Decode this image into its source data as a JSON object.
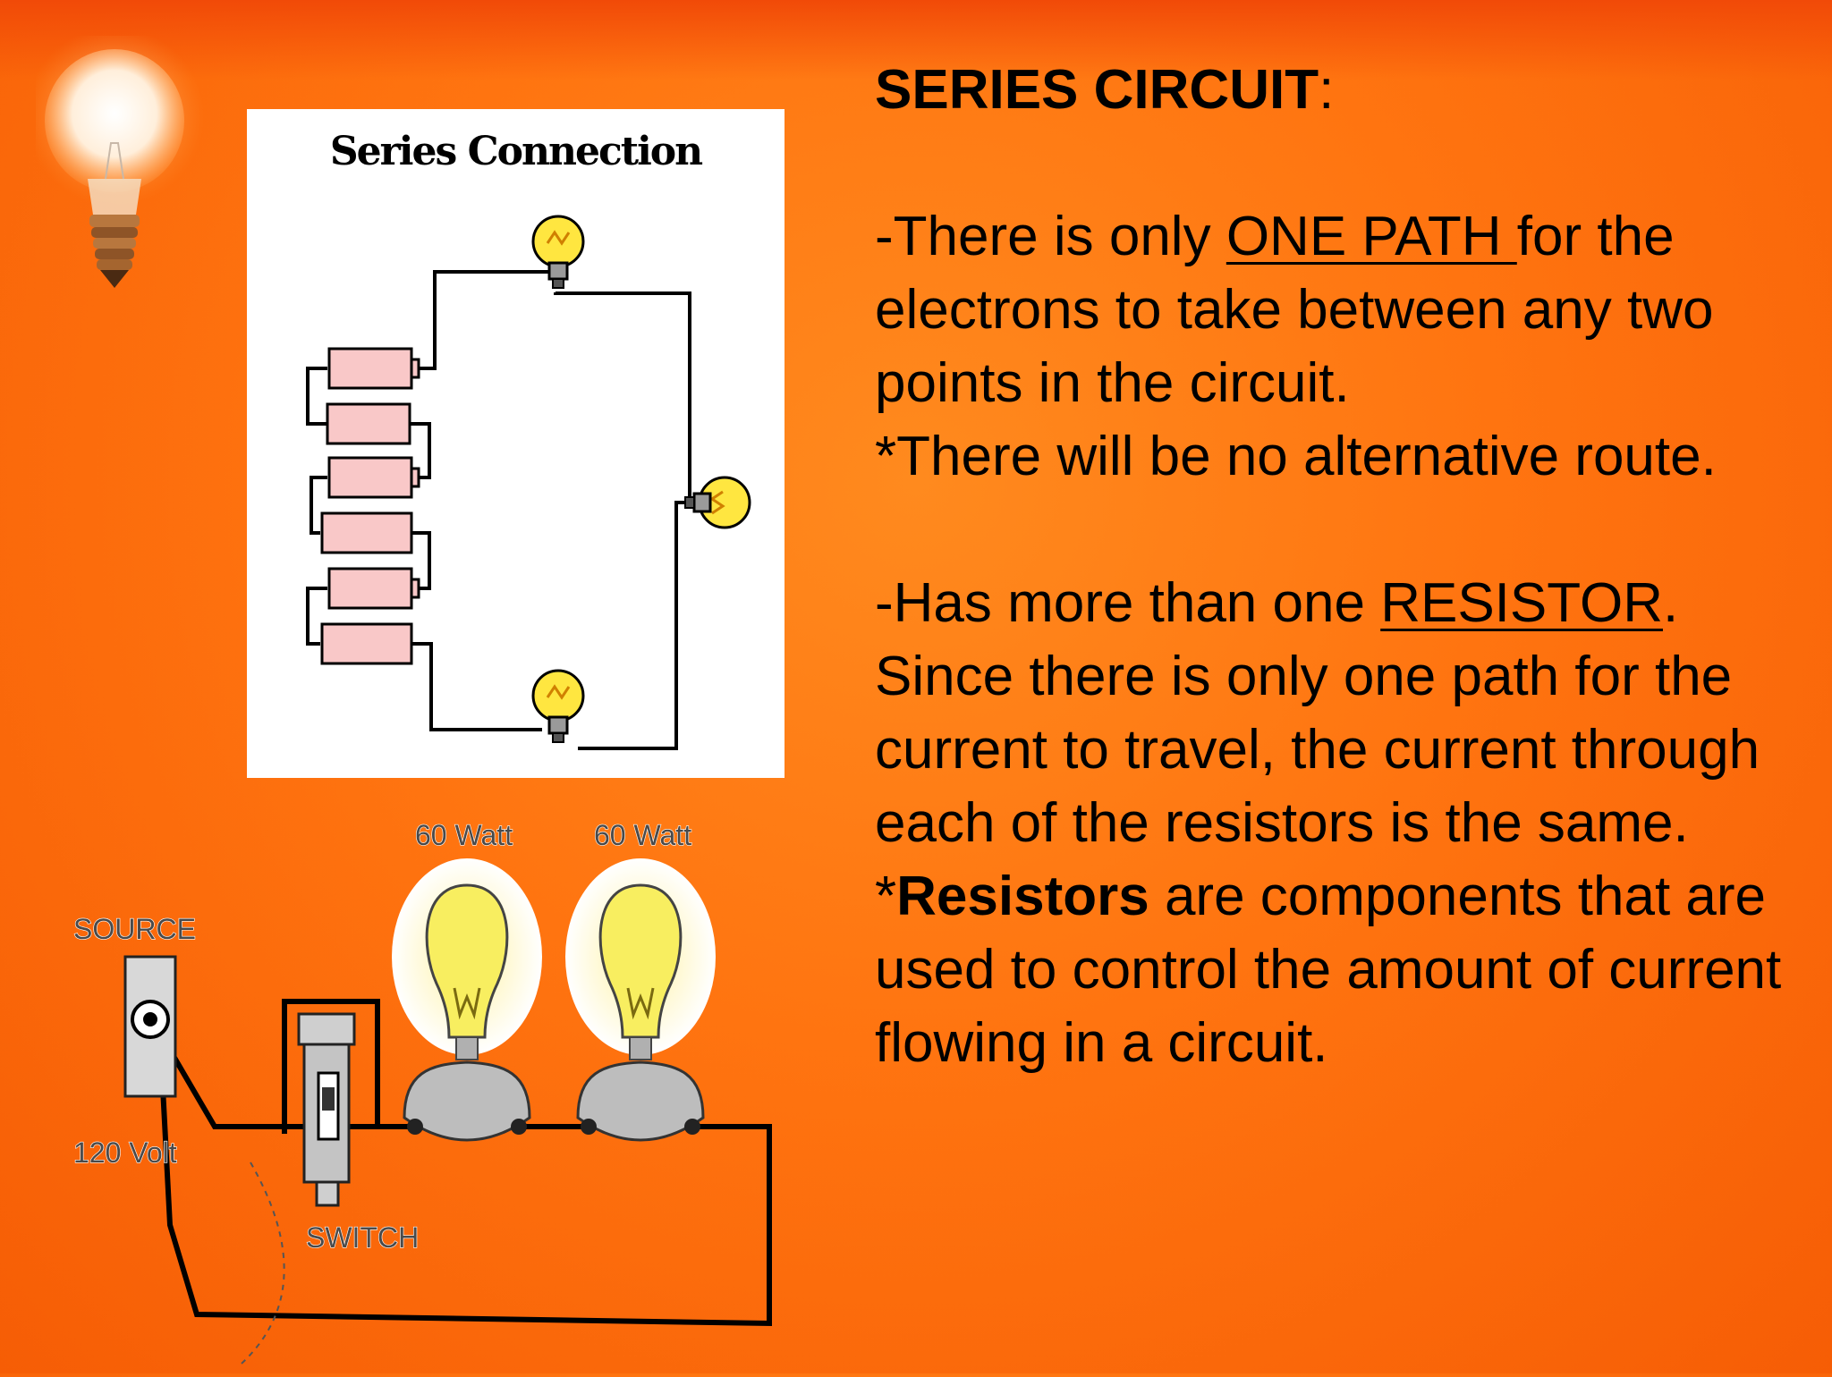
{
  "slide": {
    "heading": "SERIES CIRCUIT",
    "heading_suffix": ":",
    "para1": {
      "pre": "-There is only ",
      "emph": "ONE PATH ",
      "post": "for the electrons to take between any two points in the circuit.",
      "note": "*There will be no alternative route."
    },
    "para2": {
      "pre": "-Has more than one ",
      "emph": "RESISTOR",
      "post": ". Since there is only one path for the current to travel, the current through each of the resistors is the same.",
      "note_pre": "*",
      "note_bold": "Resistors",
      "note_post": " are components that are used to control the amount of current flowing in a circuit."
    }
  },
  "diagram1": {
    "title": "Series Connection"
  },
  "diagram2": {
    "bulb1_label": "60 Watt",
    "bulb2_label": "60 Watt",
    "source_label": "SOURCE",
    "voltage_label": "120 Volt",
    "switch_label": "SWITCH"
  },
  "colors": {
    "background": "#ff7410",
    "text": "#000000",
    "panel": "#ffffff",
    "battery": "#f9c8c8",
    "bulb": "#ffe640"
  }
}
